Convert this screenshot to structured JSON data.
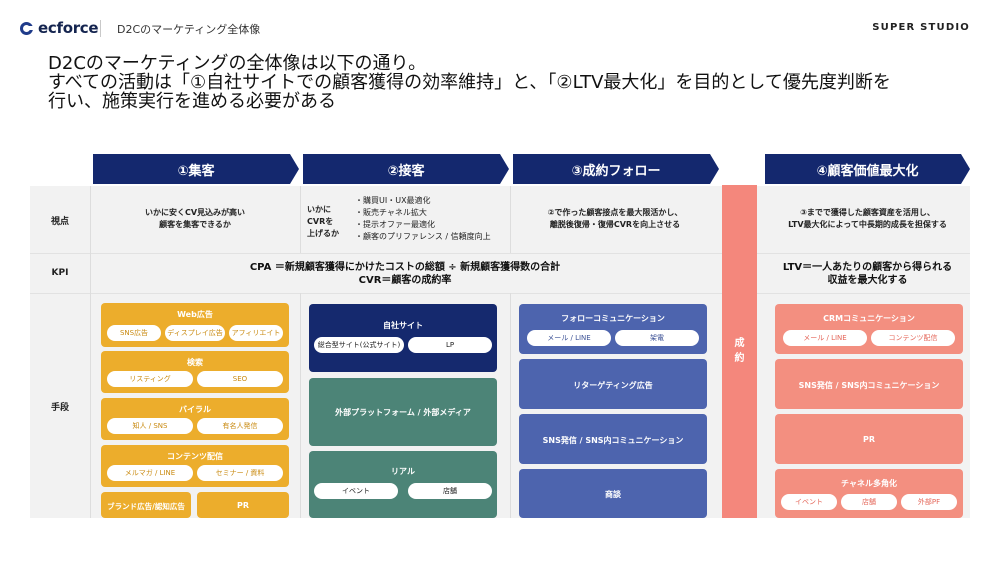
{
  "header": {
    "logo": "ecforce",
    "title": "D2Cのマーケティング全体像",
    "brand": "SUPER STUDIO"
  },
  "intro": {
    "line1": "D2Cのマーケティングの全体像は以下の通り。",
    "line2": "すべての活動は「①自社サイトでの顧客獲得の効率維持」と、「②LTV最大化」を目的として優先度判断を",
    "line3": "行い、施策実行を進める必要がある"
  },
  "stages": [
    "①集客",
    "②接客",
    "③成約フォロー",
    "④顧客価値最大化"
  ],
  "row_labels": {
    "viewpoint": "視点",
    "kpi": "KPI",
    "means": "手段"
  },
  "viewpoint": {
    "c1": "いかに安くCV見込みが高い\n顧客を集客できるか",
    "c2_lead": "いかに\nCVRを\n上げるか",
    "c2_items": [
      "・購買UI・UX最適化",
      "・販売チャネル拡大",
      "・提示オファー最適化",
      "・顧客のプリファレンス / 信頼度向上"
    ],
    "c3": "②で作った顧客接点を最大限活かし、\n離脱後復帰・復帰CVRを向上させる",
    "c4": "③までで獲得した顧客資産を活用し、\nLTV最大化によって中長期的成長を担保する"
  },
  "kpi": {
    "left_line1": "CPA ＝新規顧客獲得にかけたコストの総額 ÷ 新規顧客獲得数の合計",
    "left_line2": "CVR＝顧客の成約率",
    "right_line1": "LTV＝一人あたりの顧客から得られる",
    "right_line2": "収益を最大化する"
  },
  "conversion_bar": "成\n約",
  "means": {
    "col1": {
      "web_ads": {
        "title": "Web広告",
        "items": [
          "SNS広告",
          "ディスプレイ広告",
          "アフィリエイト"
        ]
      },
      "search": {
        "title": "検索",
        "items": [
          "リスティング",
          "SEO"
        ]
      },
      "viral": {
        "title": "バイラル",
        "items": [
          "知人 / SNS",
          "有名人発信"
        ]
      },
      "content": {
        "title": "コンテンツ配信",
        "items": [
          "メルマガ / LINE",
          "セミナー / 資料"
        ]
      },
      "brand_ads": "ブランド広告/認知広告",
      "pr": "PR"
    },
    "col2": {
      "own_site": {
        "title": "自社サイト",
        "items": [
          "総合型サイト(公式サイト)",
          "LP"
        ]
      },
      "external": "外部プラットフォーム / 外部メディア",
      "real": {
        "title": "リアル",
        "items": [
          "イベント",
          "店舗"
        ]
      }
    },
    "col3": {
      "follow": {
        "title": "フォローコミュニケーション",
        "items": [
          "メール / LINE",
          "架電"
        ]
      },
      "retargeting": "リターゲティング広告",
      "sns": "SNS発信 / SNS内コミュニケーション",
      "negotiation": "商談"
    },
    "col4": {
      "crm": {
        "title": "CRMコミュニケーション",
        "items": [
          "メール / LINE",
          "コンテンツ配信"
        ]
      },
      "sns": "SNS発信 / SNS内コミュニケーション",
      "pr": "PR",
      "multichannel": {
        "title": "チャネル多角化",
        "items": [
          "イベント",
          "店舗",
          "外部PF"
        ]
      }
    }
  },
  "colors": {
    "navy": "#15296e",
    "yellow": "#ecad2c",
    "green": "#4c8477",
    "blue": "#4d64ae",
    "salmon": "#f38f80"
  }
}
